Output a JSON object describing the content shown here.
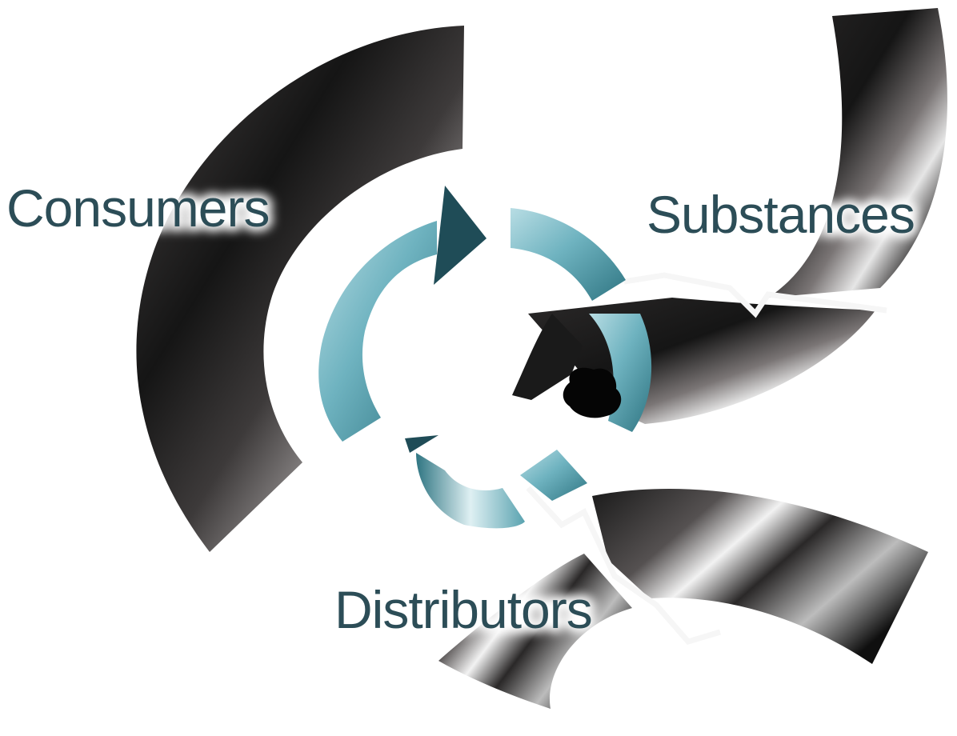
{
  "diagram": {
    "labels": {
      "consumers": "Consumers",
      "substances": "Substances",
      "distributors": "Distributors"
    },
    "colors": {
      "label_text": "#2c4d57",
      "label_glow": "#ffffff",
      "teal_light": "#b8dde4",
      "teal_mid": "#6fb3c0",
      "teal_dark": "#2f7582",
      "arrow_head": "#1f4c57",
      "band_dark": "#151515",
      "band_mid": "#3a3838",
      "band_light": "#f4f4f4"
    }
  }
}
